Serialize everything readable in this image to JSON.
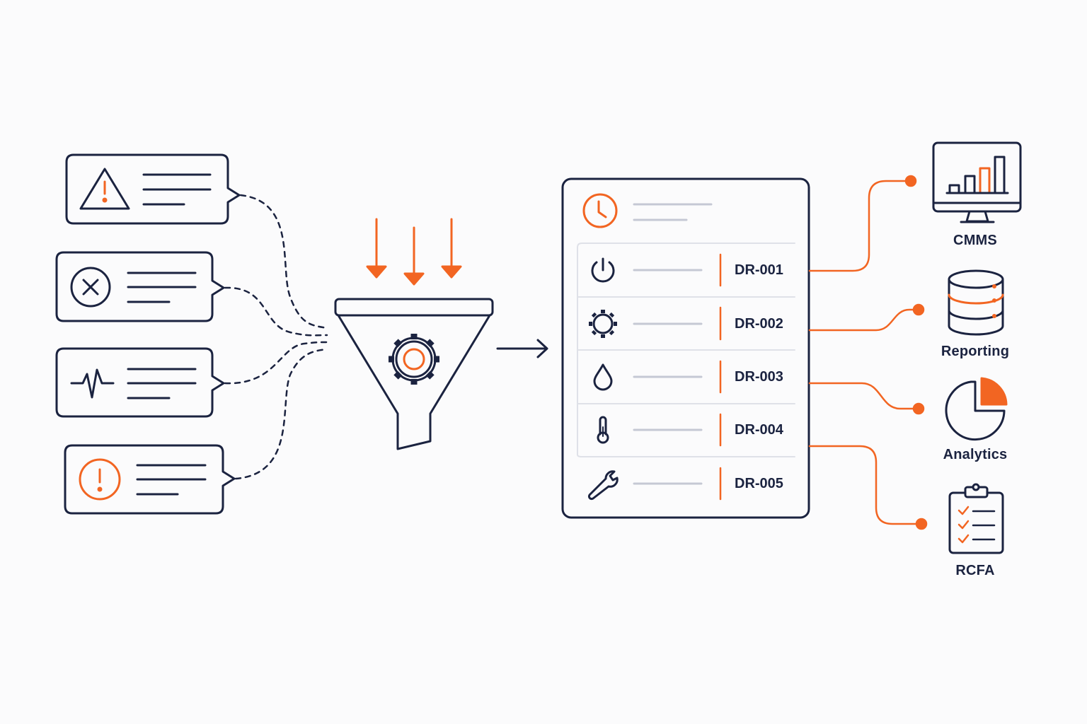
{
  "colors": {
    "navy": "#1b2340",
    "orange": "#f26522",
    "line_gray": "#c5c8d4",
    "background": "#fbfbfc"
  },
  "sources": [
    {
      "icon": "warning-triangle-icon"
    },
    {
      "icon": "error-x-circle-icon"
    },
    {
      "icon": "pulse-wave-icon"
    },
    {
      "icon": "alert-circle-icon"
    }
  ],
  "processor": {
    "icon": "funnel-gear-icon"
  },
  "records": {
    "header_icon": "clock-icon",
    "rows": [
      {
        "icon": "power-icon",
        "code": "DR-001"
      },
      {
        "icon": "gear-icon",
        "code": "DR-002"
      },
      {
        "icon": "drop-icon",
        "code": "DR-003"
      },
      {
        "icon": "thermometer-icon",
        "code": "DR-004"
      },
      {
        "icon": "wrench-icon",
        "code": "DR-005"
      }
    ]
  },
  "destinations": [
    {
      "label": "CMMS",
      "icon": "monitor-bar-chart-icon"
    },
    {
      "label": "Reporting",
      "icon": "database-icon"
    },
    {
      "label": "Analytics",
      "icon": "pie-chart-icon"
    },
    {
      "label": "RCFA",
      "icon": "clipboard-checklist-icon"
    }
  ]
}
